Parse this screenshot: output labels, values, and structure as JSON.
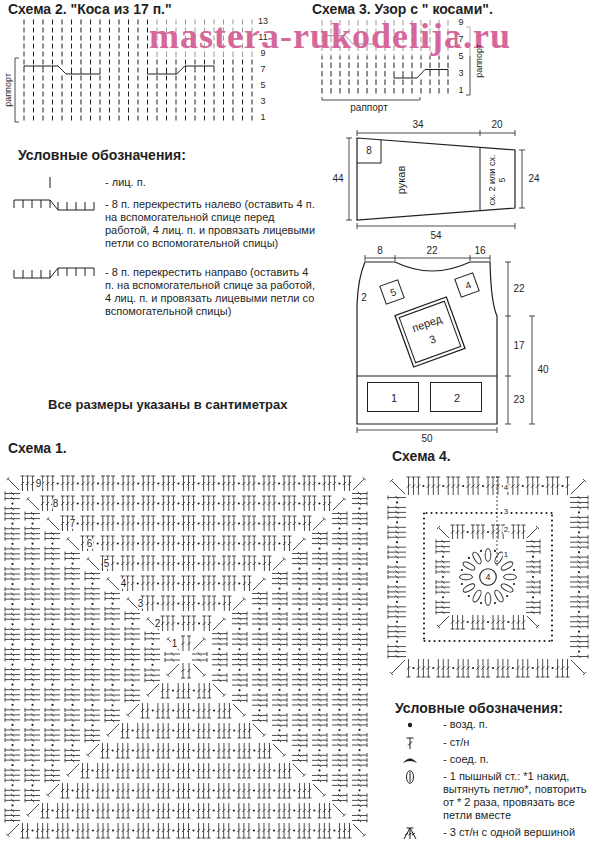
{
  "diagram": {
    "nodes": [
      {
        "text": [
          "рукав",
          "сх. 2 или сх. 5"
        ]
      },
      {
        "text": [
          "5"
        ]
      },
      {
        "text": [
          "4"
        ]
      },
      {
        "text": [
          "перед",
          "3"
        ]
      },
      {
        "text": [
          "1"
        ]
      },
      {
        "text": [
          "2"
        ]
      },
      {
        "text": [
          "4"
        ]
      }
    ],
    "labels": [
      "mastera-rukodelija.ru",
      "Схема 2. \"Коса из 17 п.\"",
      "Схема 3. Узор с \" косами\".",
      "13",
      "11",
      "9",
      "7",
      "5",
      "3",
      "1",
      "раппорт",
      "9",
      "7",
      "5",
      "3",
      "1",
      "раппорт",
      "раппорт",
      "34",
      "20",
      "8",
      "44",
      "24",
      "54",
      "8",
      "22",
      "16",
      "2",
      "22",
      "17",
      "40",
      "23",
      "50",
      "Условные обозначения:",
      "Все размеры указаны в сантиметрах",
      "Схема 1.",
      "1",
      "2",
      "3",
      "4",
      "5",
      "6",
      "7",
      "8",
      "9",
      "Схема 4.",
      "1",
      "2",
      "3",
      "4",
      "Условные обозначения:"
    ],
    "legend": [
      {
        "text": "- лиц. п."
      },
      {
        "text": "- 8 п. перекрестить налево (оставить 4 п. на вспомогательной спице перед работой, 4 лиц. п. и провязать лицевыми петли со вспомогательной спицы)"
      },
      {
        "text": "- 8 п. перекрестить направо (оставить 4 п. на вспомогательной спице за работой, 4 лиц. п. и провязать лицевыми петли со вспомогательной спицы)"
      },
      {
        "text": "- возд. п."
      },
      {
        "text": "- ст/н"
      },
      {
        "text": "- соед. п."
      },
      {
        "text": "- 1 пышный ст.: *1 накид, вытянуть петлю*, повторить от * 2 раза, провязать все петли вместе"
      },
      {
        "text": "- 3 ст/н с одной вершиной"
      }
    ]
  }
}
